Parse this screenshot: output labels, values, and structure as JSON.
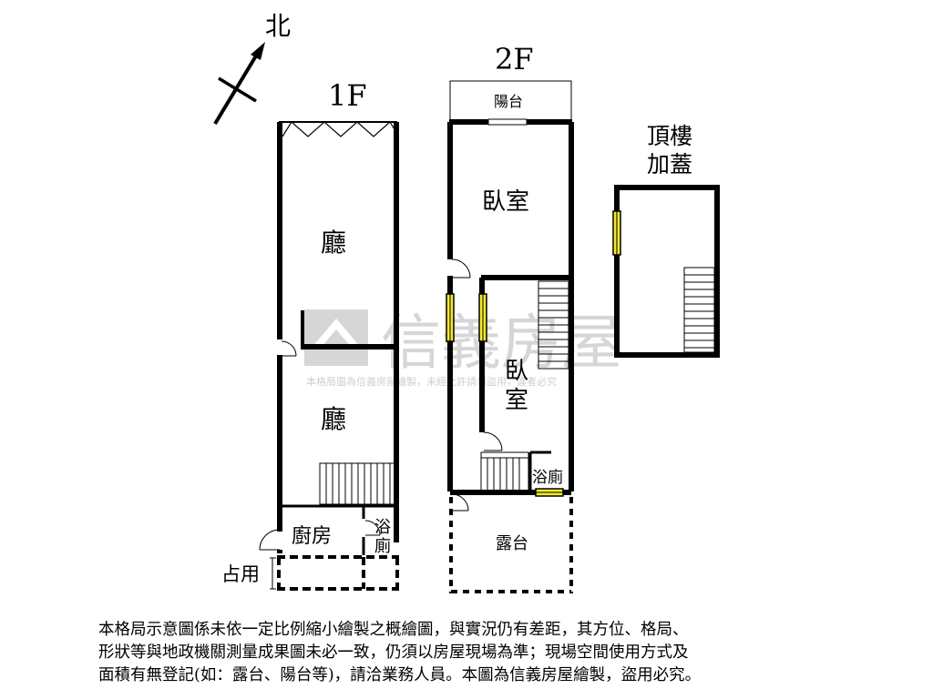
{
  "compass": {
    "label": "北"
  },
  "floors": {
    "first": {
      "label": "1F",
      "rooms": {
        "living_upper": "廳",
        "living_lower": "廳",
        "kitchen": "廚房",
        "bath_char1": "浴",
        "bath_char2": "廁",
        "occupied": "占用"
      }
    },
    "second": {
      "label": "2F",
      "rooms": {
        "balcony": "陽台",
        "bedroom_front": "臥室",
        "bedroom_back_char1": "臥",
        "bedroom_back_char2": "室",
        "bath": "浴廁",
        "terrace": "露台"
      }
    },
    "roof": {
      "label_line1": "頂樓",
      "label_line2": "加蓋"
    }
  },
  "watermark": {
    "brand": "信義房屋",
    "notice": "本格局圖為信義房屋繪製，未經允許請勿盜用，違者必究"
  },
  "disclaimer": {
    "line1": "本格局示意圖係未依一定比例縮小繪製之概繪圖，與實況仍有差距，其方位、格局、",
    "line2": "形狀等與地政機關測量成果圖未必一致，仍須以房屋現場為準；現場空間使用方式及",
    "line3": "面積有無登記(如：露台、陽台等)，請洽業務人員。本圖為信義房屋繪製，盜用必究。"
  },
  "colors": {
    "wall": "#000000",
    "window": "#f2ea2e",
    "watermark": "#d6d6d6"
  }
}
